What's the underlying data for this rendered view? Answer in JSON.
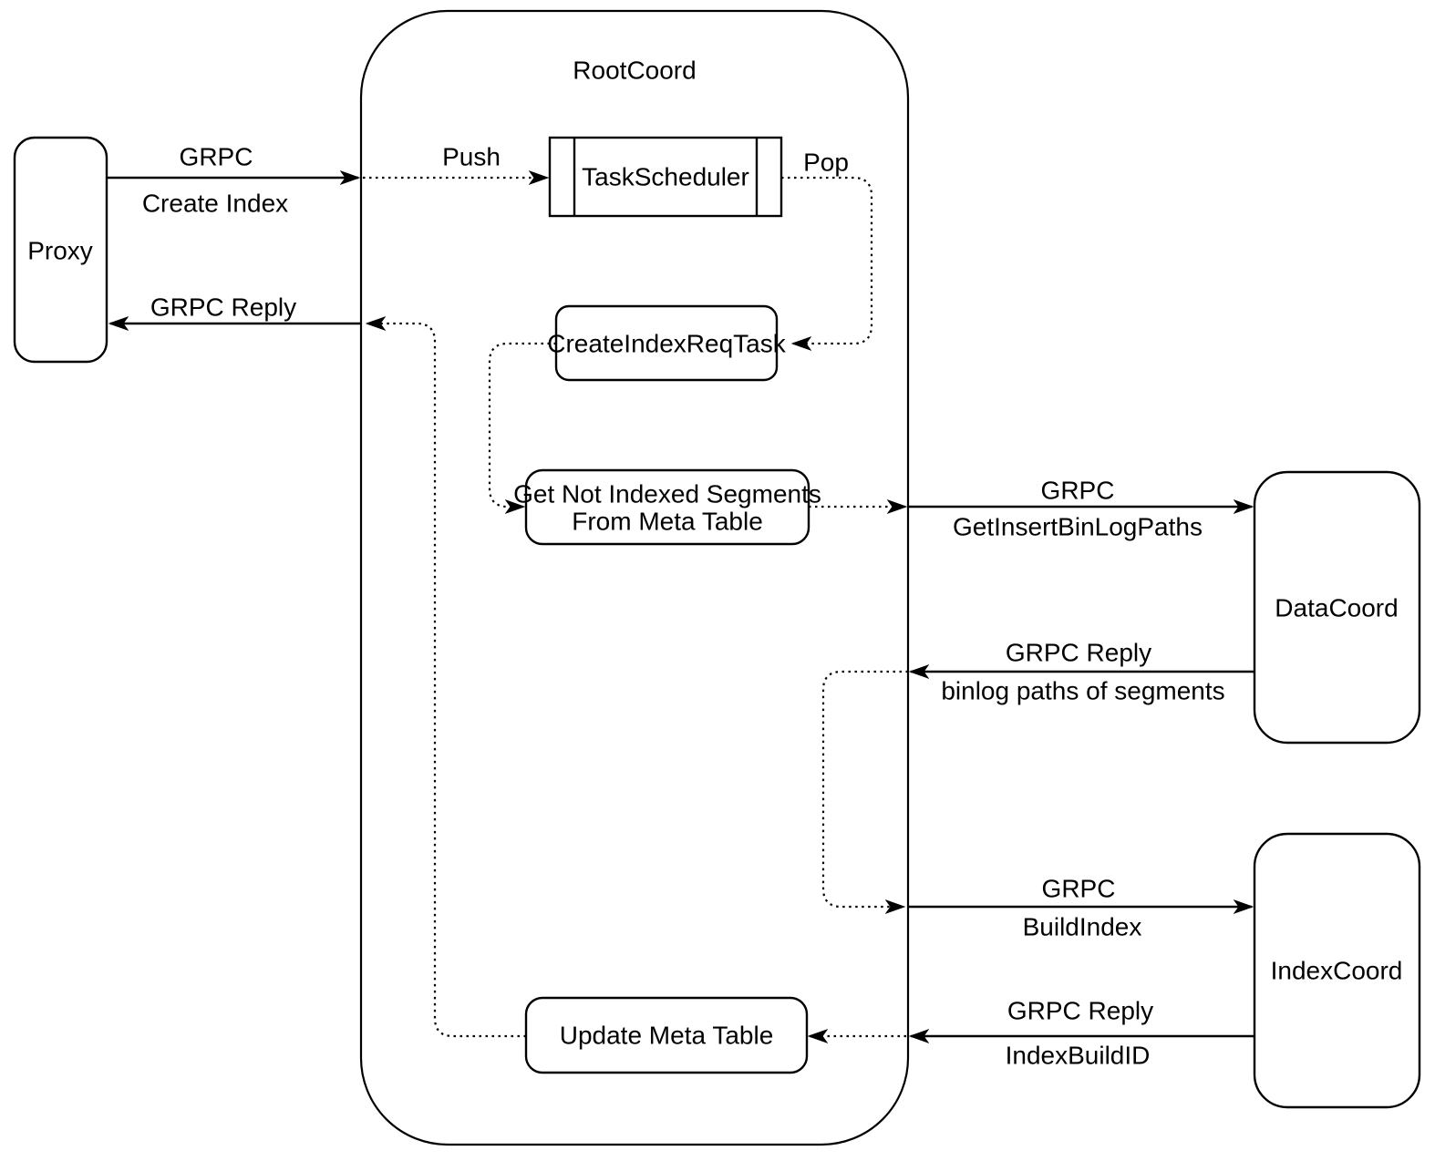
{
  "diagram": {
    "background": "#ffffff",
    "stroke_color": "#000000",
    "container": {
      "title": "RootCoord"
    },
    "nodes": {
      "proxy": {
        "label": "Proxy"
      },
      "task_scheduler": {
        "label": "TaskScheduler"
      },
      "create_index_req_task": {
        "label": "CreateIndexReqTask"
      },
      "get_not_indexed_segments": {
        "line1": "Get Not Indexed Segments",
        "line2": "From Meta Table"
      },
      "update_meta_table": {
        "label": "Update Meta Table"
      },
      "data_coord": {
        "label": "DataCoord"
      },
      "index_coord": {
        "label": "IndexCoord"
      }
    },
    "edges": {
      "create_index": {
        "protocol": "GRPC",
        "method": "Create Index"
      },
      "reply_to_proxy": {
        "protocol": "GRPC Reply"
      },
      "push": {
        "label": "Push"
      },
      "pop": {
        "label": "Pop"
      },
      "get_insert_binlog_paths": {
        "protocol": "GRPC",
        "method": "GetInsertBinLogPaths"
      },
      "binlog_paths_reply": {
        "protocol": "GRPC Reply",
        "method": "binlog paths of segments"
      },
      "build_index": {
        "protocol": "GRPC",
        "method": "BuildIndex"
      },
      "index_build_id_reply": {
        "protocol": "GRPC Reply",
        "method": "IndexBuildID"
      }
    }
  }
}
